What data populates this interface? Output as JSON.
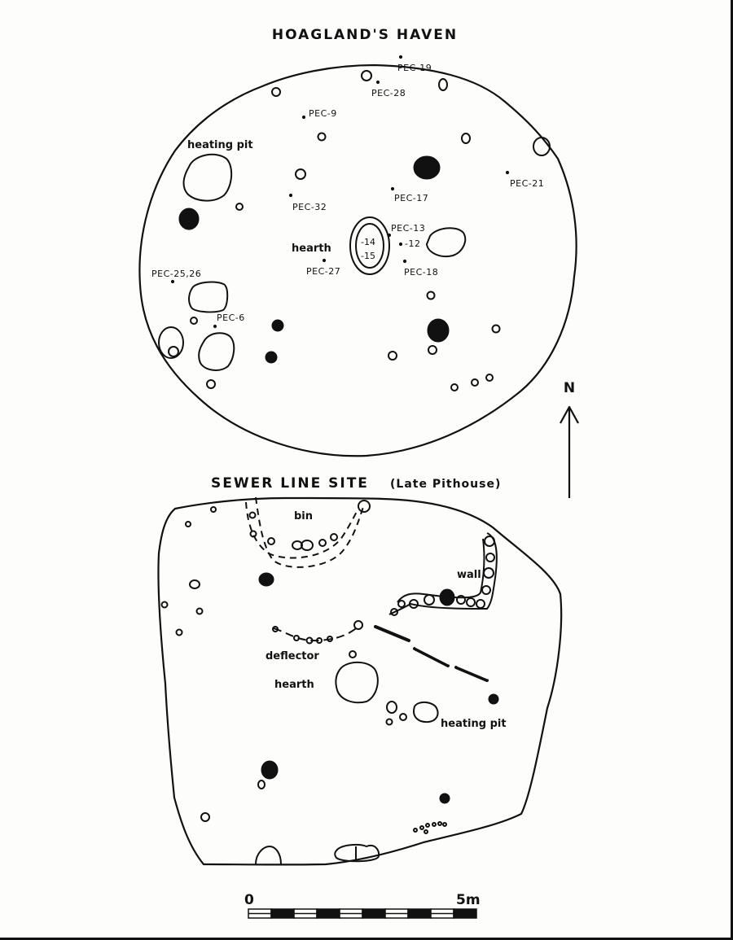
{
  "hoagland": {
    "title": "HOAGLAND'S HAVEN",
    "labels": {
      "heating_pit": "heating pit",
      "hearth": "hearth"
    },
    "hearth_marks": [
      "-14",
      "-15"
    ],
    "samples": [
      "PEC-19",
      "PEC-28",
      "PEC-9",
      "PEC-21",
      "PEC-17",
      "PEC-32",
      "PEC-13",
      "-12",
      "PEC-27",
      "PEC-18",
      "PEC-25,26",
      "PEC-6"
    ]
  },
  "sewer": {
    "title": "SEWER LINE SITE",
    "subtitle": "(Late Pithouse)",
    "labels": {
      "bin": "bin",
      "wall": "wall",
      "deflector": "deflector",
      "hearth": "hearth",
      "heating_pit": "heating pit"
    }
  },
  "north_arrow": {
    "label": "N"
  },
  "scale_bar": {
    "start": "0",
    "end": "5m",
    "segments": 10
  },
  "colors": {
    "ink": "#111111",
    "paper": "#fdfdfc"
  }
}
